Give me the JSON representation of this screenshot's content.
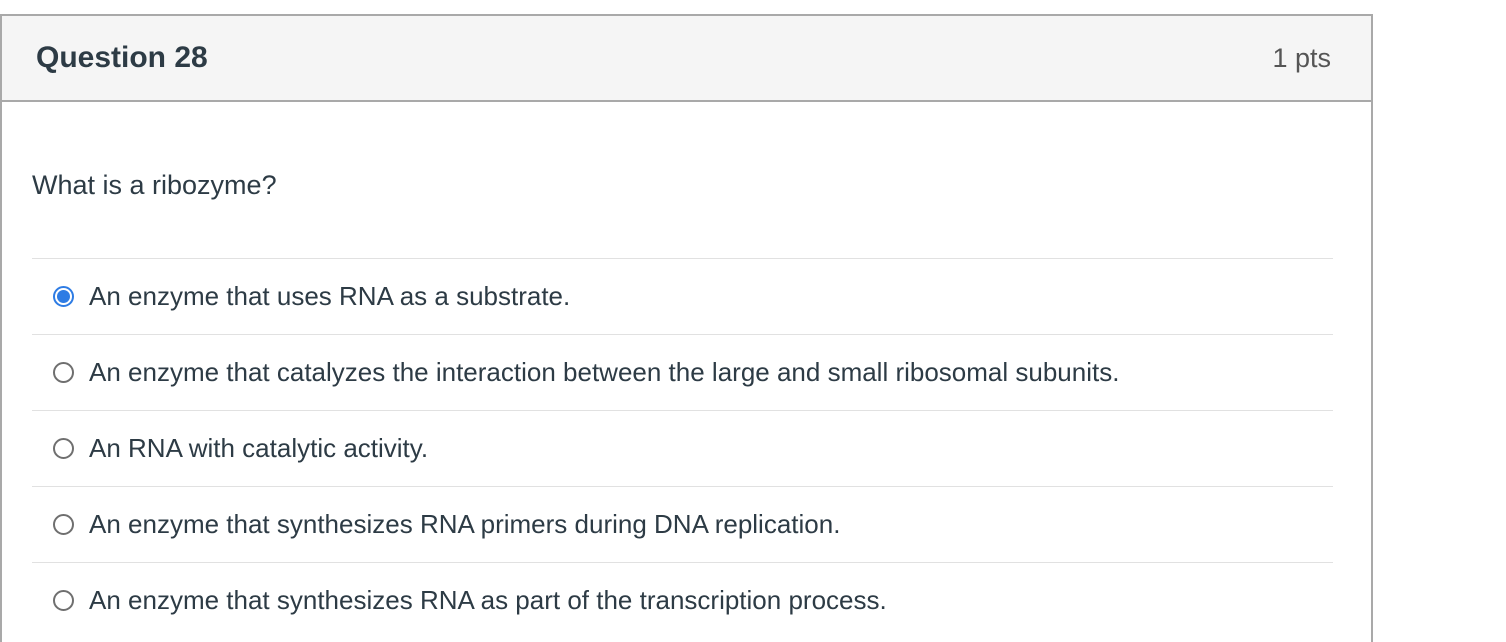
{
  "header": {
    "title": "Question 28",
    "points": "1 pts"
  },
  "question": {
    "text": "What is a ribozyme?"
  },
  "options": [
    {
      "label": "An enzyme that uses RNA as a substrate.",
      "selected": true
    },
    {
      "label": "An enzyme that catalyzes the interaction between the large and small ribosomal subunits.",
      "selected": false
    },
    {
      "label": "An RNA with catalytic activity.",
      "selected": false
    },
    {
      "label": "An enzyme that synthesizes RNA primers during DNA replication.",
      "selected": false
    },
    {
      "label": "An enzyme that synthesizes RNA as part of the transcription process.",
      "selected": false
    }
  ],
  "colors": {
    "accent_blue": "#2e7ce4",
    "header_bg": "#f5f5f5",
    "text_dark": "#2d3b45",
    "points_gray": "#555555",
    "border_gray": "#a9a9a9",
    "divider": "#e1e1e1",
    "radio_gray": "#6f6f6f"
  }
}
